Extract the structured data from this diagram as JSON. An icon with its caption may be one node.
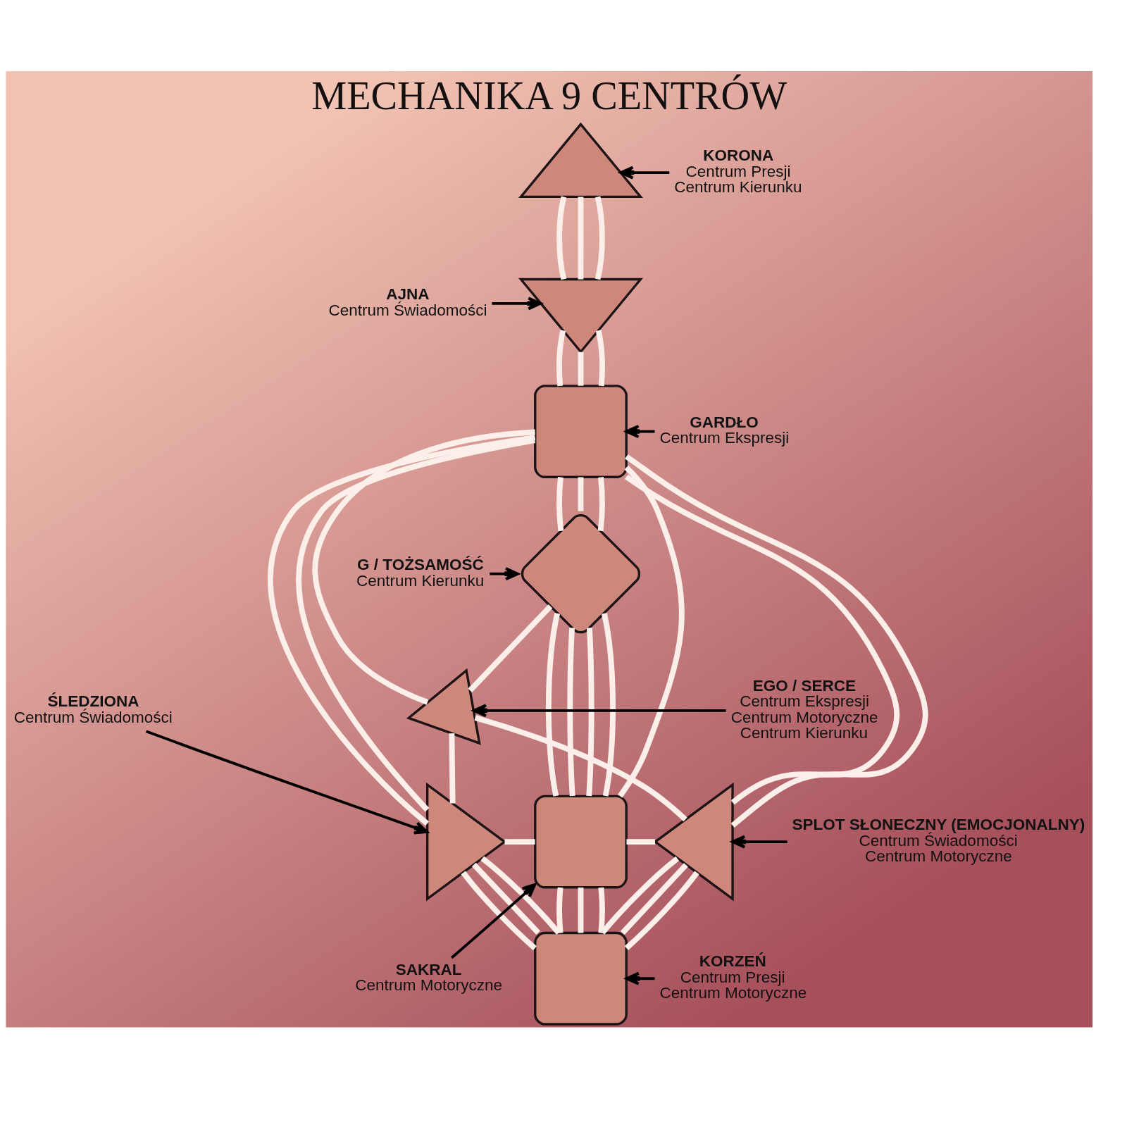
{
  "diagram": {
    "title": "MECHANIKA 9 CENTRÓW",
    "nodes": [
      {
        "text": [
          "KORONA",
          "Centrum Presji",
          "Centrum Kierunku"
        ]
      },
      {
        "text": [],
        "shape": "triangle"
      },
      {
        "text": [
          "AJNA",
          "Centrum Świadomości"
        ]
      },
      {
        "text": [],
        "shape": "triangle"
      },
      {
        "text": [
          "GARDŁO",
          "Centrum Ekspresji"
        ]
      },
      {
        "text": [],
        "shape": "box"
      },
      {
        "text": [
          "G / TOŻSAMOŚĆ",
          "Centrum Kierunku"
        ]
      },
      {
        "text": [],
        "shape": "diamond"
      },
      {
        "text": [
          "EGO / SERCE",
          "Centrum Ekspresji",
          "Centrum Motoryczne",
          "Centrum Kierunku"
        ]
      },
      {
        "text": [],
        "shape": "triangle"
      },
      {
        "text": [
          "ŚLEDZIONA",
          "Centrum Świadomości"
        ]
      },
      {
        "text": [],
        "shape": "triangle"
      },
      {
        "text": [
          "SPLOT SŁONECZNY (EMOCJONALNY)",
          "Centrum Świadomości",
          "Centrum Motoryczne"
        ]
      },
      {
        "text": [],
        "shape": "triangle"
      },
      {
        "text": [
          "SAKRAL",
          "Centrum Motoryczne"
        ]
      },
      {
        "text": [],
        "shape": "box"
      },
      {
        "text": [
          "KORZEŃ",
          "Centrum Presji",
          "Centrum Motoryczne"
        ]
      },
      {
        "text": [],
        "shape": "box"
      }
    ],
    "edges": [
      {
        "from": 1,
        "to": 3,
        "arrow": "none"
      },
      {
        "from": 1,
        "to": 3,
        "arrow": "none"
      },
      {
        "from": 1,
        "to": 3,
        "arrow": "none"
      },
      {
        "from": 3,
        "to": 5,
        "arrow": "none"
      },
      {
        "from": 3,
        "to": 5,
        "arrow": "none"
      },
      {
        "from": 3,
        "to": 5,
        "arrow": "none"
      },
      {
        "from": 5,
        "to": 7,
        "arrow": "none"
      },
      {
        "from": 5,
        "to": 7,
        "arrow": "none"
      },
      {
        "from": 5,
        "to": 7,
        "arrow": "none"
      },
      {
        "from": 7,
        "to": 15,
        "arrow": "none"
      },
      {
        "from": 7,
        "to": 15,
        "arrow": "none"
      },
      {
        "from": 7,
        "to": 15,
        "arrow": "none"
      },
      {
        "from": 15,
        "to": 17,
        "arrow": "none"
      },
      {
        "from": 15,
        "to": 17,
        "arrow": "none"
      },
      {
        "from": 15,
        "to": 17,
        "arrow": "none"
      },
      {
        "from": 5,
        "to": 11,
        "arrow": "none"
      },
      {
        "from": 5,
        "to": 11,
        "arrow": "none"
      },
      {
        "from": 5,
        "to": 15,
        "arrow": "none"
      },
      {
        "from": 7,
        "to": 15,
        "arrow": "none"
      },
      {
        "from": 9,
        "to": 11,
        "arrow": "none"
      },
      {
        "from": 11,
        "to": 15,
        "arrow": "none"
      },
      {
        "from": 11,
        "to": 17,
        "arrow": "none"
      },
      {
        "from": 11,
        "to": 17,
        "arrow": "none"
      },
      {
        "from": 11,
        "to": 17,
        "arrow": "none"
      },
      {
        "from": 5,
        "to": 13,
        "arrow": "none"
      },
      {
        "from": 5,
        "to": 13,
        "arrow": "none"
      },
      {
        "from": 5,
        "to": 9,
        "arrow": "none"
      },
      {
        "from": 7,
        "to": 9,
        "arrow": "none"
      },
      {
        "from": 9,
        "to": 13,
        "arrow": "none"
      },
      {
        "from": 15,
        "to": 13,
        "arrow": "none"
      },
      {
        "from": 13,
        "to": 17,
        "arrow": "none"
      },
      {
        "from": 13,
        "to": 17,
        "arrow": "none"
      },
      {
        "from": 13,
        "to": 17,
        "arrow": "none"
      },
      {
        "from": 0,
        "to": 1,
        "arrow": "to",
        "color": "#000000"
      },
      {
        "from": 2,
        "to": 3,
        "arrow": "to",
        "color": "#000000"
      },
      {
        "from": 4,
        "to": 5,
        "arrow": "to",
        "color": "#000000"
      },
      {
        "from": 6,
        "to": 7,
        "arrow": "to",
        "color": "#000000"
      },
      {
        "from": 8,
        "to": 9,
        "arrow": "to",
        "color": "#000000"
      },
      {
        "from": 10,
        "to": 11,
        "arrow": "to",
        "color": "#000000"
      },
      {
        "from": 12,
        "to": 13,
        "arrow": "to",
        "color": "#000000"
      },
      {
        "from": 14,
        "to": 15,
        "arrow": "to",
        "color": "#000000"
      },
      {
        "from": 16,
        "to": 17,
        "arrow": "to",
        "color": "#000000"
      }
    ]
  }
}
